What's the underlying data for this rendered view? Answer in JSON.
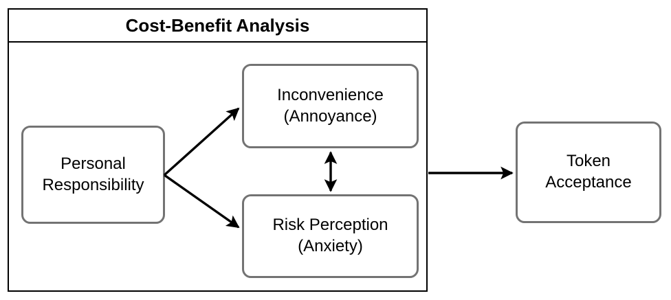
{
  "diagram": {
    "title": "Cost-Benefit Analysis",
    "group": {
      "name": "Cost-Benefit Analysis",
      "label": "Cost-Benefit Analysis",
      "border_color": "#000000",
      "background": "#ffffff"
    },
    "node_style": {
      "border_color": "#737373",
      "background": "#ffffff",
      "text_color": "#000000"
    },
    "connector_color": "#000000",
    "nodes": [
      {
        "id": "personal-responsibility",
        "label": "Personal\nResponsibility",
        "inside_group": true
      },
      {
        "id": "inconvenience",
        "label": "Inconvenience\n(Annoyance)",
        "inside_group": true
      },
      {
        "id": "risk-perception",
        "label": "Risk Perception\n(Anxiety)",
        "inside_group": true
      },
      {
        "id": "token-acceptance",
        "label": "Token\nAcceptance",
        "inside_group": false
      }
    ],
    "edges": [
      {
        "id": "pr-to-inconvenience",
        "from": "personal-responsibility",
        "to": "inconvenience",
        "arrowheads": "single",
        "label": ""
      },
      {
        "id": "pr-to-risk-perception",
        "from": "personal-responsibility",
        "to": "risk-perception",
        "arrowheads": "single",
        "label": ""
      },
      {
        "id": "inconvenience-risk-bidirectional",
        "from": "inconvenience",
        "to": "risk-perception",
        "arrowheads": "double",
        "label": ""
      },
      {
        "id": "group-to-token-acceptance",
        "from": "Cost-Benefit Analysis",
        "to": "token-acceptance",
        "arrowheads": "single",
        "label": ""
      }
    ]
  }
}
